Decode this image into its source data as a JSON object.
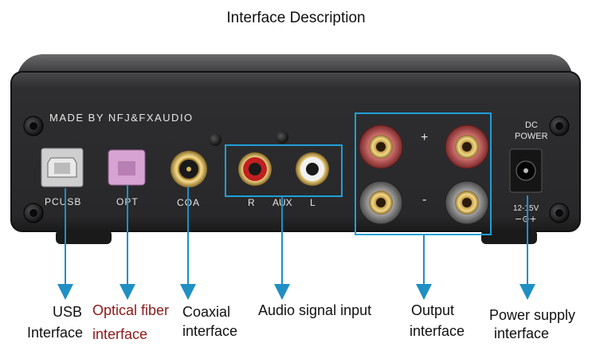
{
  "title": "Interface Description",
  "panel": {
    "brand": "MADE BY NFJ&FXAUDIO",
    "pcusb": "PCUSB",
    "opt": "OPT",
    "coa": "COA",
    "aux_r": "R",
    "aux": "AUX",
    "aux_l": "L",
    "plus": "+",
    "minus": "-",
    "dc_line1": "DC",
    "dc_line2": "POWER",
    "voltage": "12-15V"
  },
  "callouts": {
    "usb_line1": "USB",
    "usb_line2": "Interface",
    "optical_line1": "Optical fiber",
    "optical_line2": "interface",
    "coaxial_line1": "Coaxial",
    "coaxial_line2": "interface",
    "audio": "Audio signal input",
    "output_line1": "Output",
    "output_line2": "interface",
    "power_line1": "Power supply",
    "power_line2": "interface"
  },
  "colors": {
    "arrow": "#1f8fc4",
    "highlight_box": "#1f9fd8",
    "optical_label": "#8b1a1a",
    "panel": "#2a2a2c"
  }
}
